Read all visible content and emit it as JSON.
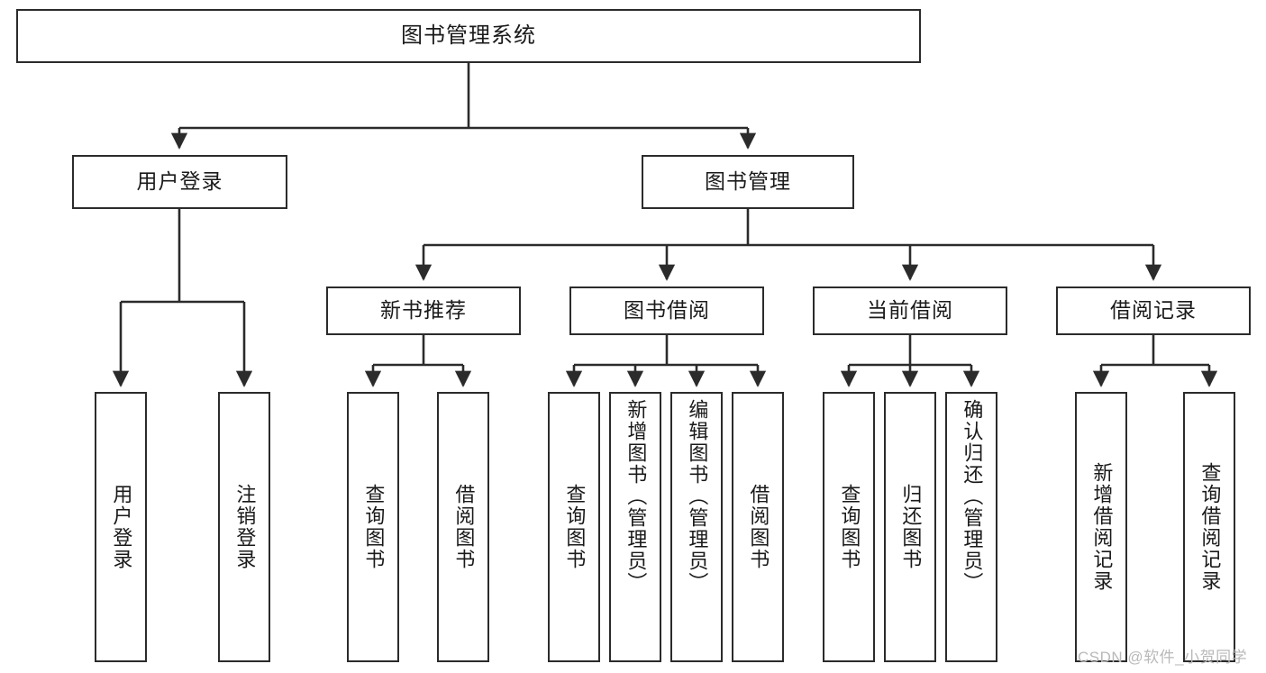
{
  "diagram": {
    "title": "图书管理系统",
    "type": "tree-hierarchy",
    "levels": 4
  },
  "root": {
    "label": "图书管理系统"
  },
  "level2": [
    {
      "label": "用户登录"
    },
    {
      "label": "图书管理"
    }
  ],
  "level3": [
    {
      "label": "新书推荐"
    },
    {
      "label": "图书借阅"
    },
    {
      "label": "当前借阅"
    },
    {
      "label": "借阅记录"
    }
  ],
  "leaves": {
    "user_login": [
      {
        "label": "用户登录"
      },
      {
        "label": "注销登录"
      }
    ],
    "new_book_recommend": [
      {
        "label": "查询图书"
      },
      {
        "label": "借阅图书"
      }
    ],
    "book_borrow": [
      {
        "label": "查询图书"
      },
      {
        "label": "新增图书（管理员）"
      },
      {
        "label": "编辑图书（管理员）"
      },
      {
        "label": "借阅图书"
      }
    ],
    "current_borrow": [
      {
        "label": "查询图书"
      },
      {
        "label": "归还图书"
      },
      {
        "label": "确认归还（管理员）"
      }
    ],
    "borrow_record": [
      {
        "label": "新增借阅记录"
      },
      {
        "label": "查询借阅记录"
      }
    ]
  },
  "watermark": {
    "text": "CSDN @软件_小贺同学"
  },
  "colors": {
    "border": "#2b2b2b",
    "background": "#ffffff",
    "text": "#1a1a1a",
    "edge": "#2b2b2b",
    "watermark": "#b9b9b9"
  }
}
